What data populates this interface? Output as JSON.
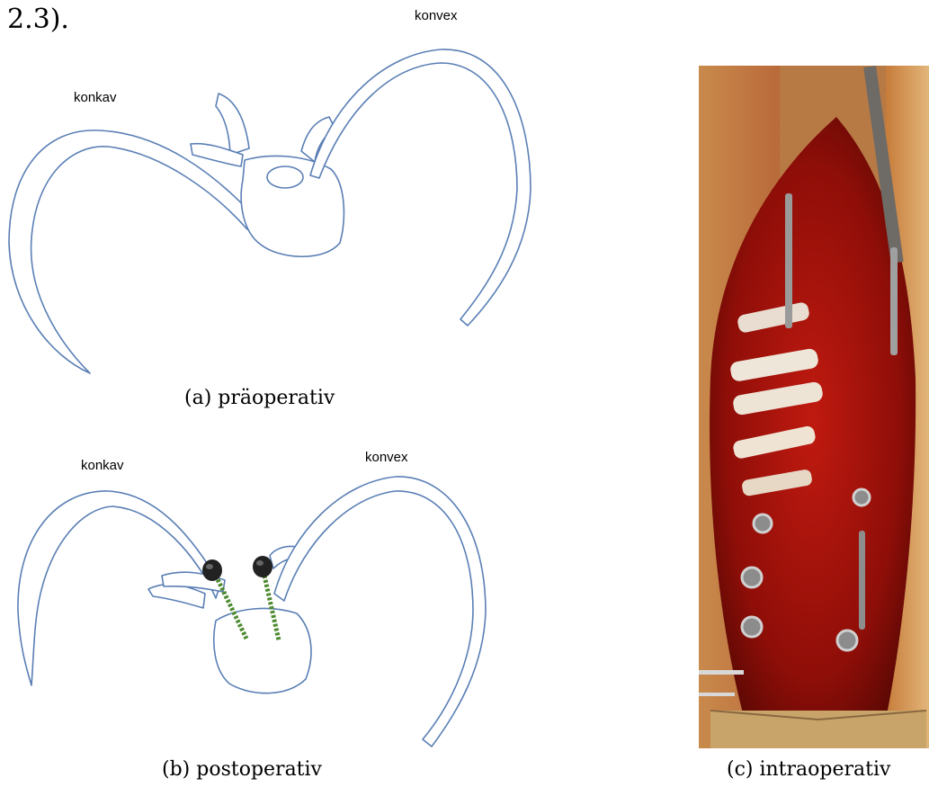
{
  "lead_text": "2.3).",
  "figure": {
    "panel_a": {
      "caption": "(a) präoperativ",
      "label_concave": "konkav",
      "label_convex": "konvex"
    },
    "panel_b": {
      "caption": "(b) postoperativ",
      "label_concave": "konkav",
      "label_convex": "konvex"
    },
    "panel_c": {
      "caption": "(c) intraoperativ"
    }
  },
  "colors": {
    "outline": "#5a7fb5",
    "screw_shaft": "#4d8a2f",
    "screw_head": "#222222"
  }
}
